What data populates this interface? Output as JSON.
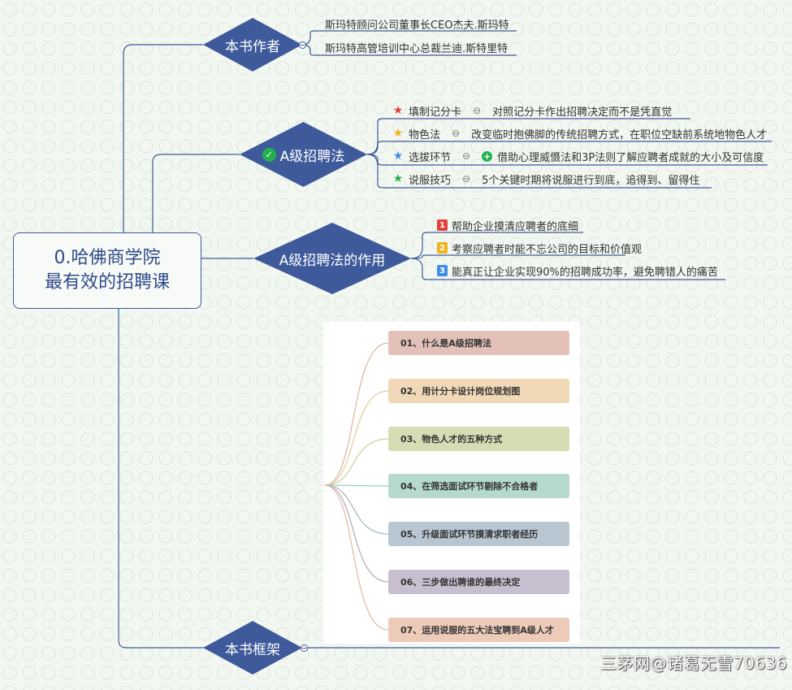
{
  "root": {
    "line1": "0.哈佛商学院",
    "line2": "最有效的招聘课"
  },
  "branches": {
    "authors": {
      "label": "本书作者",
      "items": [
        "斯玛特顾问公司董事长CEO杰夫.斯玛特",
        "斯玛特高管培训中心总裁兰迪.斯特里特"
      ]
    },
    "method": {
      "label": "A级招聘法",
      "items": [
        {
          "name": "填制记分卡",
          "desc": "对照记分卡作出招聘决定而不是凭直觉",
          "icon": "red-star-icon",
          "color": "#e5403a"
        },
        {
          "name": "物色法",
          "desc": "改变临时抱佛脚的传统招聘方式，在职位空缺前系统地物色人才",
          "icon": "yellow-star-icon",
          "color": "#f2b21a"
        },
        {
          "name": "选拔环节",
          "desc": "借助心理威慑法和3P法则了解应聘者成就的大小及可信度",
          "icon": "blue-star-icon",
          "color": "#3e8ee8",
          "extra_icon": "green-plus-icon"
        },
        {
          "name": "说服技巧",
          "desc": "5个关键时期将说服进行到底，追得到、留得住",
          "icon": "green-star-icon",
          "color": "#22b14c"
        }
      ]
    },
    "effects": {
      "label": "A级招聘法的作用",
      "items": [
        {
          "num": "1",
          "text": "帮助企业摸清应聘者的底细",
          "color": "#e5403a"
        },
        {
          "num": "2",
          "text": "考察应聘者时能不忘公司的目标和价值观",
          "color": "#f2b21a"
        },
        {
          "num": "3",
          "text": "能真正让企业实现90%的招聘成功率，避免聘错人的痛苦",
          "color": "#3e8ee8"
        }
      ]
    },
    "framework": {
      "label": "本书框架",
      "chapters": [
        {
          "text": "01、什么是A级招聘法",
          "color": "#e3c1b9",
          "line": "#e0b7a8"
        },
        {
          "text": "02、用计分卡设计岗位规划图",
          "color": "#f1d8b6",
          "line": "#eccb9e"
        },
        {
          "text": "03、物色人才的五种方式",
          "color": "#d6ddb4",
          "line": "#c9d39a"
        },
        {
          "text": "04、在筛选面试环节剔除不合格者",
          "color": "#b6d9cd",
          "line": "#9ecdbd"
        },
        {
          "text": "05、升级面试环节摸清求职者经历",
          "color": "#b8c6d2",
          "line": "#a6b6c4"
        },
        {
          "text": "06、三步做出聘谁的最终决定",
          "color": "#c7bfcf",
          "line": "#b7acc3"
        },
        {
          "text": "07、运用说服的五大法宝聘到A级人才",
          "color": "#edcbb9",
          "line": "#e7bba4"
        }
      ]
    }
  },
  "colors": {
    "accent": "#3e5a9b",
    "diamond_fill": "#3e5a9b",
    "line": "#3e5a9b"
  },
  "watermark": "三茅网@诸葛无雪70636"
}
